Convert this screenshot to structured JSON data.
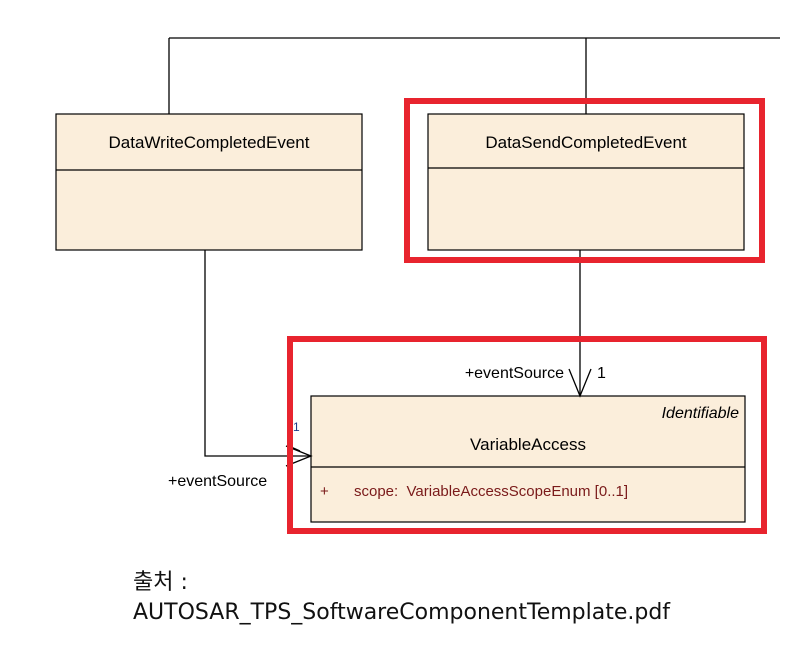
{
  "diagram": {
    "classes": {
      "data_write": {
        "name": "DataWriteCompletedEvent"
      },
      "data_send": {
        "name": "DataSendCompletedEvent"
      },
      "variable_access": {
        "stereotype": "Identifiable",
        "name": "VariableAccess",
        "attribute": {
          "visibility": "+",
          "text": "scope:  VariableAccessScopeEnum [0..1]"
        }
      }
    },
    "associations": {
      "send_role": "+eventSource",
      "send_multiplicity": "1",
      "write_role": "+eventSource",
      "write_multiplicity_fragment": "1"
    }
  },
  "caption": {
    "line1": "출처 :",
    "line2": "AUTOSAR_TPS_SoftwareComponentTemplate.pdf"
  },
  "colors": {
    "class_fill": "#fbeedb",
    "line": "#000000",
    "highlight": "#e8242e",
    "attribute_text": "#7a1a1a",
    "label_blue": "#1f3d8a"
  }
}
